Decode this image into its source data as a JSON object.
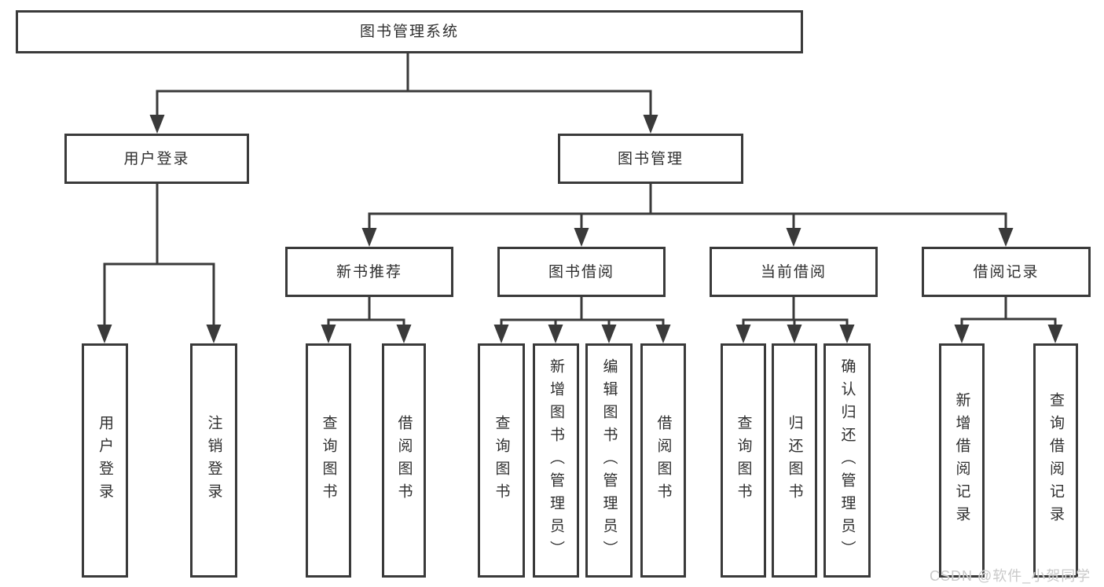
{
  "diagram_type": "functional-structure-tree",
  "tree": {
    "root": {
      "label": "图书管理系统",
      "children": [
        {
          "label": "用户登录",
          "children": [
            {
              "label": "用户登录"
            },
            {
              "label": "注销登录"
            }
          ]
        },
        {
          "label": "图书管理",
          "children": [
            {
              "label": "新书推荐",
              "children": [
                {
                  "label": "查询图书"
                },
                {
                  "label": "借阅图书"
                }
              ]
            },
            {
              "label": "图书借阅",
              "children": [
                {
                  "label": "查询图书"
                },
                {
                  "label": "新增图书（管理员）"
                },
                {
                  "label": "编辑图书（管理员）"
                },
                {
                  "label": "借阅图书"
                }
              ]
            },
            {
              "label": "当前借阅",
              "children": [
                {
                  "label": "查询图书"
                },
                {
                  "label": "归还图书"
                },
                {
                  "label": "确认归还（管理员）"
                }
              ]
            },
            {
              "label": "借阅记录",
              "children": [
                {
                  "label": "新增借阅记录"
                },
                {
                  "label": "查询借阅记录"
                }
              ]
            }
          ]
        }
      ]
    }
  },
  "watermark": {
    "text": "CSDN @软件_小贺同学"
  },
  "colors": {
    "line": "#3a3a3a",
    "box_border": "#3a3a3a",
    "text": "#2f2f2f",
    "watermark": "#c9c9c9",
    "background": "#ffffff"
  }
}
